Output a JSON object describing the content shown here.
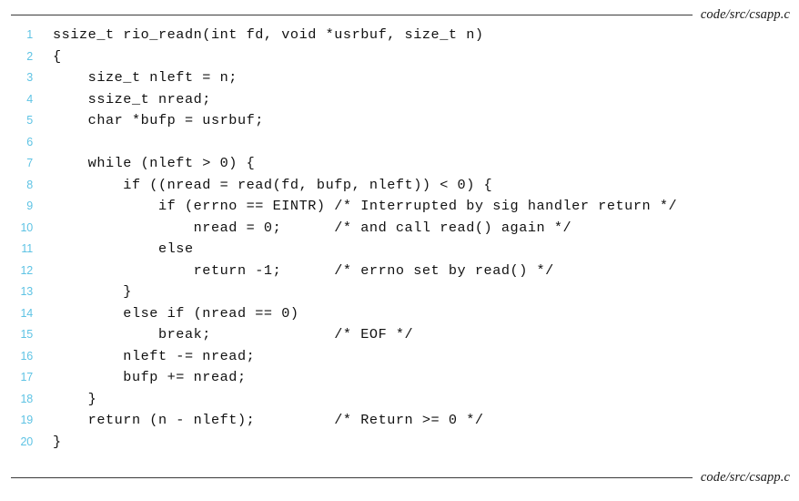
{
  "figure": {
    "kind": "code-listing",
    "caption_top": "code/src/csapp.c",
    "caption_bottom": "code/src/csapp.c",
    "language": "c",
    "line_number_color": "#5ec3e4",
    "code_color": "#111111",
    "rule_color": "#3a3a3a",
    "background_color": "#ffffff",
    "total_lines": 20
  },
  "code": {
    "lines": [
      {
        "number": "1",
        "text": "ssize_t rio_readn(int fd, void *usrbuf, size_t n)"
      },
      {
        "number": "2",
        "text": "{"
      },
      {
        "number": "3",
        "text": "    size_t nleft = n;"
      },
      {
        "number": "4",
        "text": "    ssize_t nread;"
      },
      {
        "number": "5",
        "text": "    char *bufp = usrbuf;"
      },
      {
        "number": "6",
        "text": ""
      },
      {
        "number": "7",
        "text": "    while (nleft > 0) {"
      },
      {
        "number": "8",
        "text": "        if ((nread = read(fd, bufp, nleft)) < 0) {"
      },
      {
        "number": "9",
        "text": "            if (errno == EINTR) /* Interrupted by sig handler return */"
      },
      {
        "number": "10",
        "text": "                nread = 0;      /* and call read() again */"
      },
      {
        "number": "11",
        "text": "            else"
      },
      {
        "number": "12",
        "text": "                return -1;      /* errno set by read() */"
      },
      {
        "number": "13",
        "text": "        }"
      },
      {
        "number": "14",
        "text": "        else if (nread == 0)"
      },
      {
        "number": "15",
        "text": "            break;              /* EOF */"
      },
      {
        "number": "16",
        "text": "        nleft -= nread;"
      },
      {
        "number": "17",
        "text": "        bufp += nread;"
      },
      {
        "number": "18",
        "text": "    }"
      },
      {
        "number": "19",
        "text": "    return (n - nleft);         /* Return >= 0 */"
      },
      {
        "number": "20",
        "text": "}"
      }
    ]
  }
}
